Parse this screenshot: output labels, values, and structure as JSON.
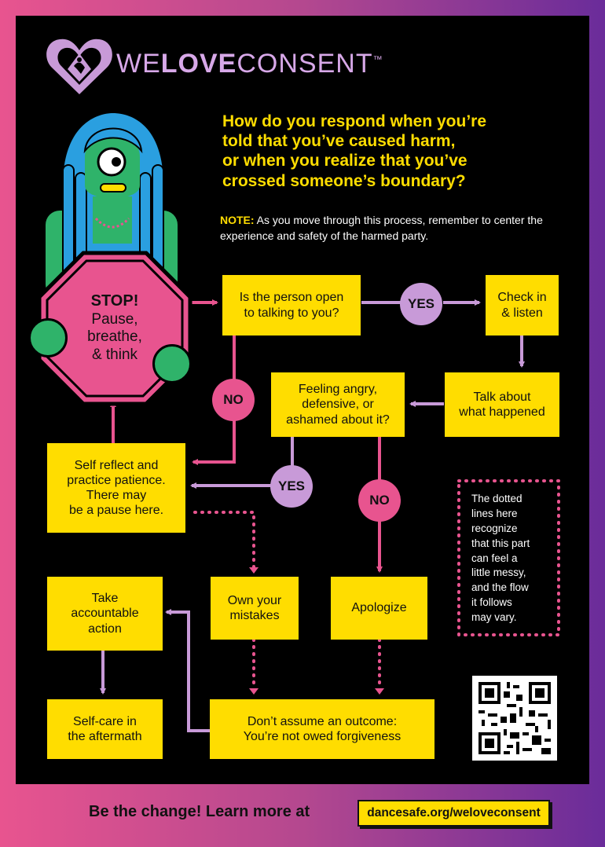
{
  "brand": {
    "name_part1": "WE",
    "name_part2": "LOVE",
    "name_part3": "CONSENT",
    "trademark": "™"
  },
  "question": "How do you respond when you’re\ntold that you’ve caused harm,\nor when you realize that you’ve\ncrossed someone’s boundary?",
  "note": {
    "label": "NOTE:",
    "text": " As you move through this process, remember to center the experience and safety of the harmed party."
  },
  "stop": {
    "title": "STOP!",
    "text": "Pause,\nbreathe,\n& think"
  },
  "boxes": {
    "open_to_talk": "Is the person open\nto talking to you?",
    "check_in": "Check in\n& listen",
    "talk_about": "Talk about\nwhat happened",
    "feeling_angry": "Feeling angry,\ndefensive, or\nashamed about it?",
    "self_reflect": "Self reflect and\npractice patience.\nThere may\nbe a pause here.",
    "own_mistakes": "Own your\nmistakes",
    "apologize": "Apologize",
    "take_action": "Take\naccountable\naction",
    "self_care": "Self-care in\nthe aftermath",
    "dont_assume": "Don’t assume an outcome:\nYou’re not owed forgiveness"
  },
  "decisions": {
    "yes_1": "YES",
    "no_1": "NO",
    "yes_2": "YES",
    "no_2": "NO"
  },
  "dotted_note": "The dotted\nlines here\nrecognize\nthat this part\ncan feel a\nlittle messy,\nand the flow\nit follows\nmay vary.",
  "footer": {
    "text": "Be the change! Learn more at",
    "link": "dancesafe.org/weloveconsent"
  },
  "colors": {
    "yellow": "#ffdd00",
    "pink": "#e8548f",
    "purple": "#c89ad8",
    "black": "#000000"
  }
}
